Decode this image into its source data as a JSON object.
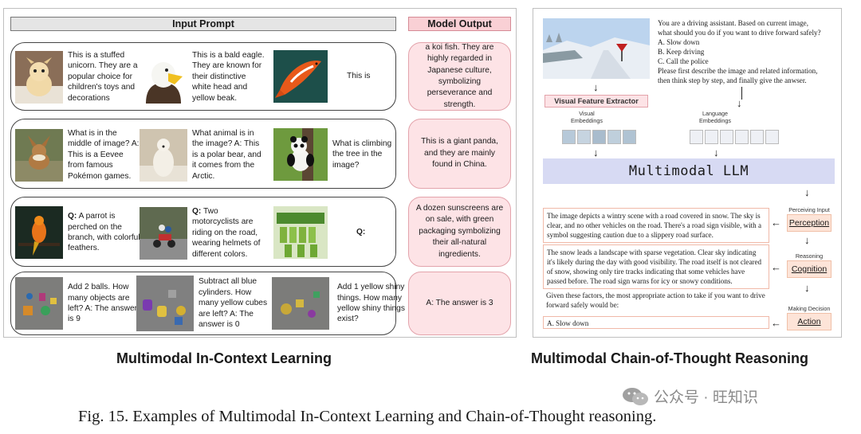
{
  "icl": {
    "header_input": "Input Prompt",
    "header_output": "Model Output",
    "rows": [
      {
        "examples": [
          {
            "text": "This is a stuffed unicorn. They are a popular choice for children's toys and decorations",
            "icon": "unicorn-toy"
          },
          {
            "text": "This is a bald eagle. They are known for their distinctive white head and yellow beak.",
            "icon": "bald-eagle"
          },
          {
            "text": "This is",
            "icon": "koi-fish"
          }
        ],
        "output": "a koi fish. They are highly regarded in Japanese culture, symbolizing perseverance and strength."
      },
      {
        "examples": [
          {
            "text": "What is in the middle of image? A: This is a Eevee from famous Pokémon games.",
            "icon": "eevee"
          },
          {
            "text": "What animal is in the image? A: This is a polar bear, and it comes from the Arctic.",
            "icon": "polar-bear"
          },
          {
            "text": "What is climbing the tree in the image?",
            "icon": "panda"
          }
        ],
        "output": "This is a giant panda, and they are mainly found in China."
      },
      {
        "examples": [
          {
            "q": "Q:",
            "text": " A parrot is perched on the branch, with colorful feathers.",
            "icon": "parrot"
          },
          {
            "q": "Q:",
            "text": " Two motorcyclists are riding on the road, wearing helmets of different colors.",
            "icon": "motorcyclists"
          },
          {
            "q": "Q:",
            "text": "",
            "icon": "sunscreens"
          }
        ],
        "output": "A dozen sunscreens are on sale, with green packaging symbolizing their all-natural ingredients."
      },
      {
        "examples": [
          {
            "text": "Add 2 balls. How many objects are left? A: The answer is 9",
            "icon": "objects-scene-1"
          },
          {
            "text": "Subtract all blue cylinders. How many yellow cubes are left? A: The answer is 0",
            "icon": "objects-scene-2"
          },
          {
            "text": "Add 1 yellow shiny things. How many yellow shiny things exist?",
            "icon": "objects-scene-3"
          }
        ],
        "output": "A: The answer is 3"
      }
    ],
    "caption": "Multimodal In-Context Learning"
  },
  "cot": {
    "question_lines": [
      "You are a driving assistant.  Based on current image,",
      "what should you do if you want to drive forward safely?",
      "A. Slow down",
      "B. Keep driving",
      "C. Call the police",
      "Please first describe the image and related information,",
      "then think step by step, and finally give the anwser."
    ],
    "visual_feature_extractor": "Visual Feature Extractor",
    "visual_embeddings": "Visual Embeddings",
    "language_embeddings": "Language Embeddings",
    "llm": "Multimodal LLM",
    "perception_text": "The image depicts a wintry scene with a road covered in snow. The sky is clear, and no other vehicles on the road. There's a road sign visible, with a symbol suggesting caution due to a slippery road surface.",
    "cognition_text": "The snow leads a landscape with sparse vegetation. Clear sky indicating it's likely during the day with good visibility. The road itself is not cleared of snow, showing only tire tracks indicating that some vehicles have passed before. The road sign warns for icy or snowy conditions.",
    "conclusion_text": "Given these factors, the most appropriate action to take if you want to drive forward safely would be:",
    "answer_text": "A. Slow down",
    "stages": [
      {
        "label": "Perceiving Input",
        "name": "Perception"
      },
      {
        "label": "Reasoning",
        "name": "Cognition"
      },
      {
        "label": "Making Decision",
        "name": "Action"
      }
    ],
    "caption": "Multimodal Chain-of-Thought Reasoning"
  },
  "figure_caption": "Fig. 15.  Examples of Multimodal In-Context Learning and Chain-of-Thought reasoning.",
  "watermark": "公众号 · 旺知识"
}
